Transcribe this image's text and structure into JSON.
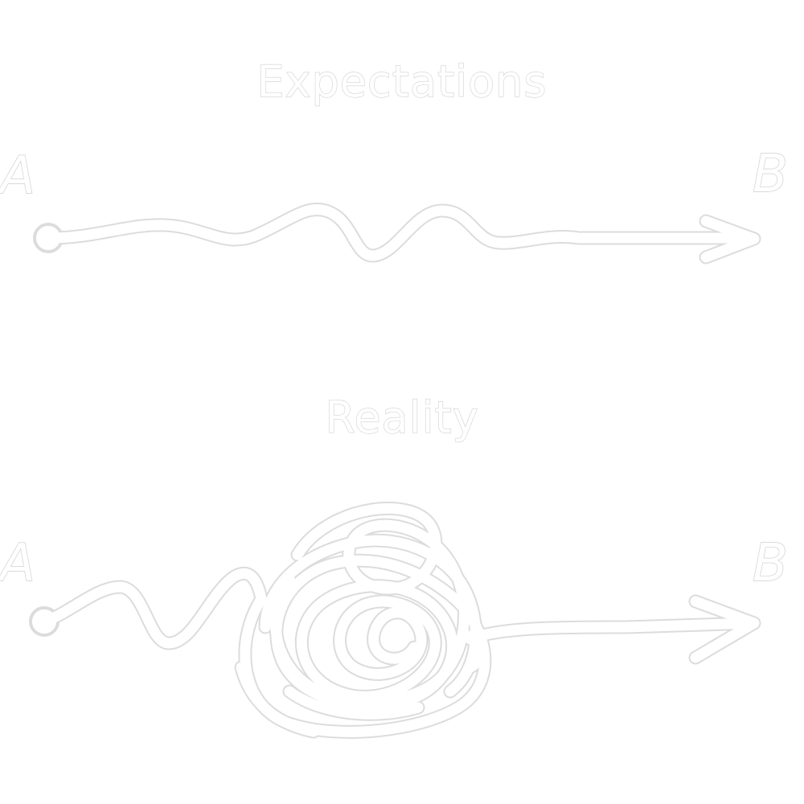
{
  "expectations": {
    "title": "Expectations",
    "start_label": "A",
    "end_label": "B"
  },
  "reality": {
    "title": "Reality",
    "start_label": "A",
    "end_label": "B"
  },
  "colors": {
    "line": "#ffffff",
    "outline": "#dcdcdc",
    "background": "#ffffff"
  }
}
